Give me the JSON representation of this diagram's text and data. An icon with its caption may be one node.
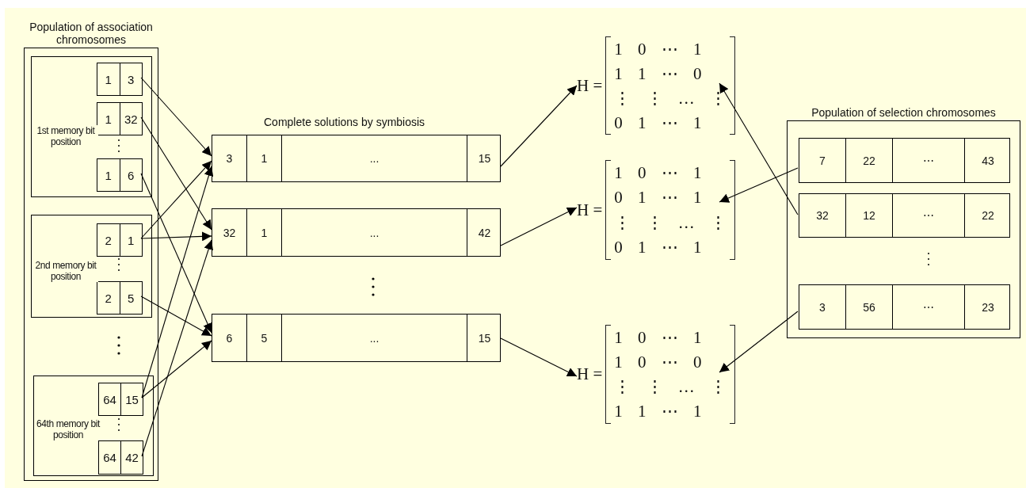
{
  "diagram": {
    "nodes": [
      {
        "text": [
          "Population of association chromosomes"
        ]
      },
      {
        "text": [
          "1st memory bit position"
        ],
        "in": 0
      },
      {
        "text": [
          "1",
          "3"
        ],
        "in": 1
      },
      {
        "text": [
          "1",
          "32"
        ],
        "in": 1
      },
      {
        "text": [
          "1",
          "6"
        ],
        "in": 1
      },
      {
        "text": [
          "2nd memory bit position"
        ],
        "in": 0
      },
      {
        "text": [
          "2",
          "1"
        ],
        "in": 5
      },
      {
        "text": [
          "2",
          "5"
        ],
        "in": 5
      },
      {
        "text": [
          "64th memory bit position"
        ],
        "in": 0
      },
      {
        "text": [
          "64",
          "15"
        ],
        "in": 8
      },
      {
        "text": [
          "64",
          "42"
        ],
        "in": 8
      },
      {
        "text": [
          "3",
          "1",
          "...",
          "15"
        ]
      },
      {
        "text": [
          "32",
          "1",
          "...",
          "42"
        ]
      },
      {
        "text": [
          "6",
          "5",
          "...",
          "15"
        ]
      },
      {
        "text": [
          "H =",
          "1 0 ⋯ 1",
          "1 1 ⋯ 0",
          "⋮ ⋮ … ⋮",
          "0 1 ⋯ 1"
        ]
      },
      {
        "text": [
          "H =",
          "1 0 ⋯ 1",
          "0 1 ⋯ 1",
          "⋮ ⋮ … ⋮",
          "0 1 ⋯ 1"
        ]
      },
      {
        "text": [
          "H =",
          "1 0 ⋯ 1",
          "1 0 ⋯ 0",
          "⋮ ⋮ … ⋮",
          "1 1 ⋯ 1"
        ]
      },
      {
        "text": [
          "Population of selection chromosomes"
        ]
      },
      {
        "text": [
          "7",
          "22",
          "⋯",
          "43"
        ],
        "in": 17
      },
      {
        "text": [
          "32",
          "12",
          "⋯",
          "22"
        ],
        "in": 17
      },
      {
        "text": [
          "3",
          "56",
          "⋯",
          "23"
        ],
        "in": 17
      }
    ],
    "edges": [
      {
        "from": 2,
        "to": 11,
        "arrow": "to"
      },
      {
        "from": 3,
        "to": 12,
        "arrow": "to"
      },
      {
        "from": 4,
        "to": 13,
        "arrow": "to"
      },
      {
        "from": 6,
        "to": 11,
        "arrow": "to"
      },
      {
        "from": 6,
        "to": 12,
        "arrow": "to"
      },
      {
        "from": 7,
        "to": 13,
        "arrow": "to"
      },
      {
        "from": 9,
        "to": 11,
        "arrow": "to"
      },
      {
        "from": 9,
        "to": 13,
        "arrow": "to"
      },
      {
        "from": 10,
        "to": 12,
        "arrow": "to"
      },
      {
        "from": 11,
        "to": 14,
        "arrow": "to"
      },
      {
        "from": 12,
        "to": 15,
        "arrow": "to"
      },
      {
        "from": 13,
        "to": 16,
        "arrow": "to"
      },
      {
        "from": 19,
        "to": 14,
        "arrow": "to"
      },
      {
        "from": 18,
        "to": 15,
        "arrow": "to"
      },
      {
        "from": 20,
        "to": 16,
        "arrow": "to"
      }
    ],
    "labels": [
      "Complete solutions by symbiosis"
    ]
  }
}
